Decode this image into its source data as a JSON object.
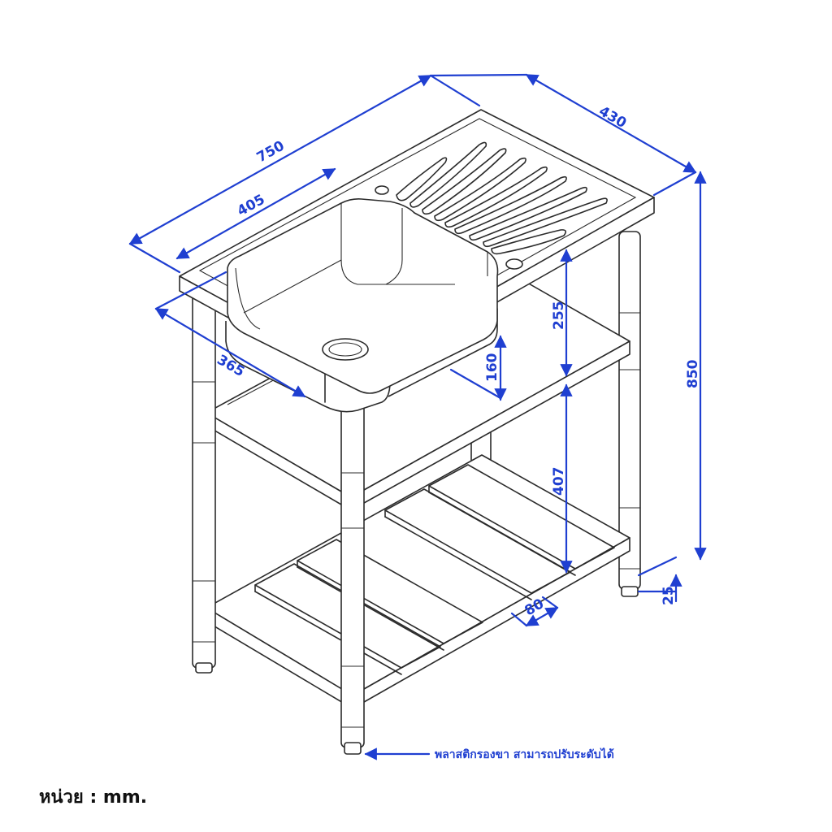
{
  "dimensions": {
    "overall_width": "750",
    "depth": "430",
    "bowl_width": "405",
    "bowl_depth": "365",
    "overall_height": "850",
    "top_to_shelf": "255",
    "bowl_height": "160",
    "shelf_spacing": "407",
    "slat_width": "80",
    "foot_height": "25"
  },
  "note": "พลาสติกรองขา สามารถปรับระดับได้",
  "unit_label": "หน่วย : mm.",
  "colors": {
    "line": "#2b2b2b",
    "dimension": "#1f3fd1"
  }
}
